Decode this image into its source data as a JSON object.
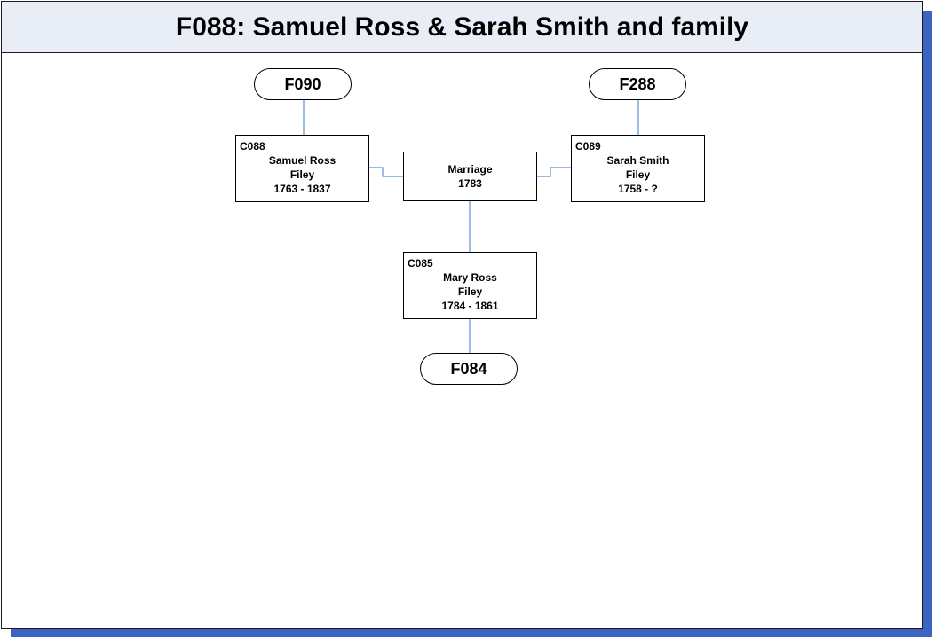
{
  "title": "F088: Samuel Ross & Sarah Smith and family",
  "families": {
    "father_parents": "F090",
    "mother_parents": "F288",
    "child_family": "F084"
  },
  "father": {
    "id": "C088",
    "given": "Samuel Ross",
    "surname": "Filey",
    "dates": "1763 - 1837"
  },
  "mother": {
    "id": "C089",
    "given": "Sarah Smith",
    "surname": "Filey",
    "dates": "1758 - ?"
  },
  "marriage": {
    "label": "Marriage",
    "year": "1783"
  },
  "child": {
    "id": "C085",
    "given": "Mary Ross",
    "surname": "Filey",
    "dates": "1784 - 1861"
  },
  "colors": {
    "connector": "#5b8fd6",
    "shadow": "#3c64c2",
    "title_bg": "#e9edf6"
  }
}
